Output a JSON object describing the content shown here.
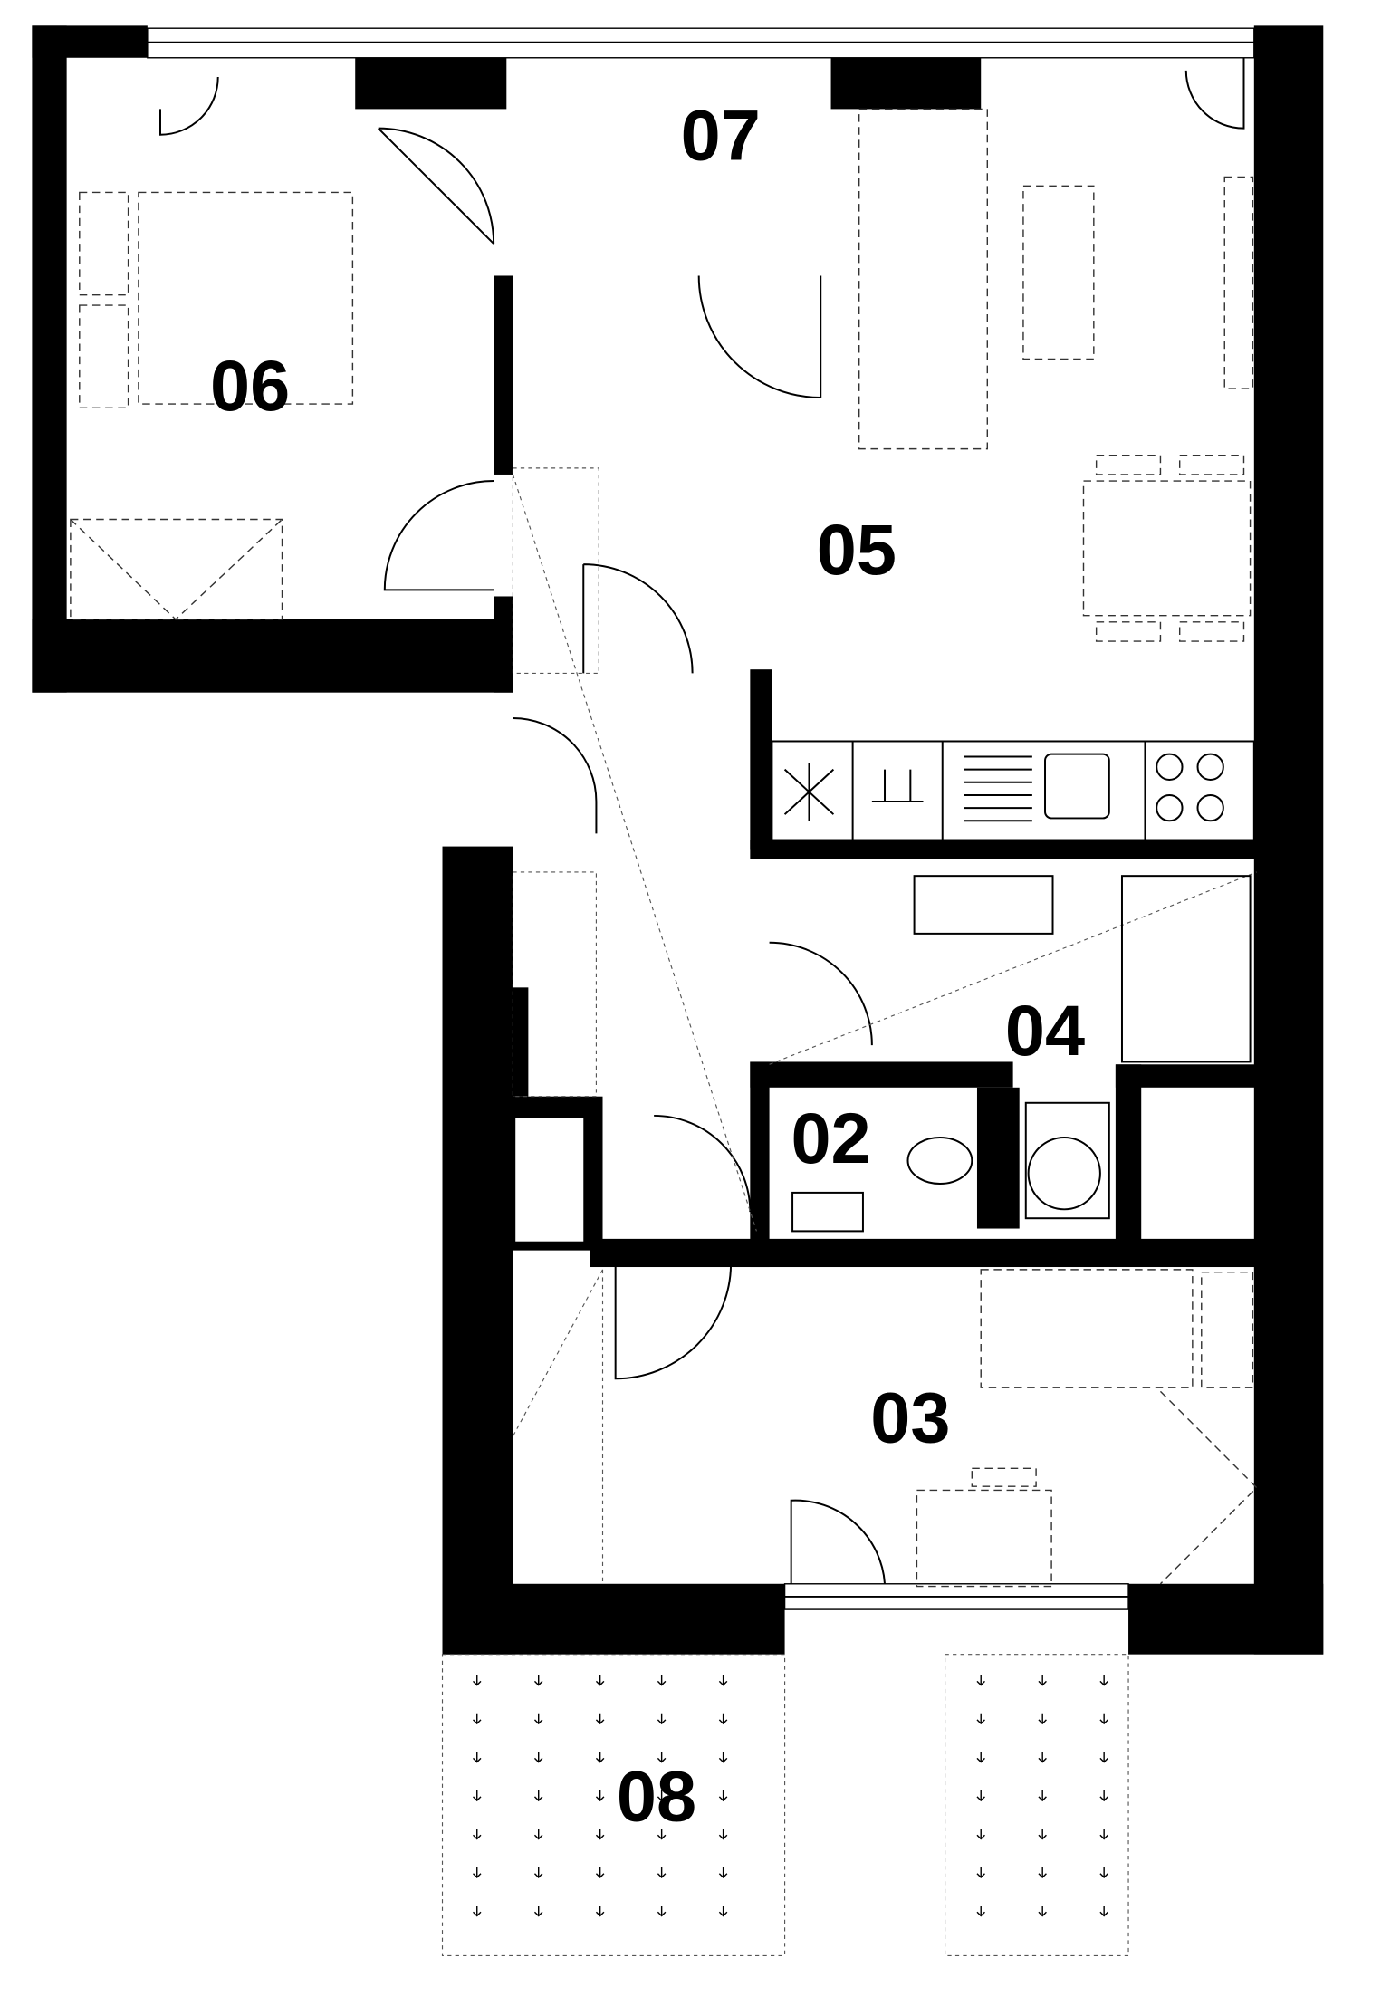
{
  "plan": {
    "rooms": [
      {
        "id": "07",
        "label": "07"
      },
      {
        "id": "06",
        "label": "06"
      },
      {
        "id": "05",
        "label": "05"
      },
      {
        "id": "04",
        "label": "04"
      },
      {
        "id": "02",
        "label": "02"
      },
      {
        "id": "03",
        "label": "03"
      },
      {
        "id": "08",
        "label": "08"
      }
    ]
  }
}
